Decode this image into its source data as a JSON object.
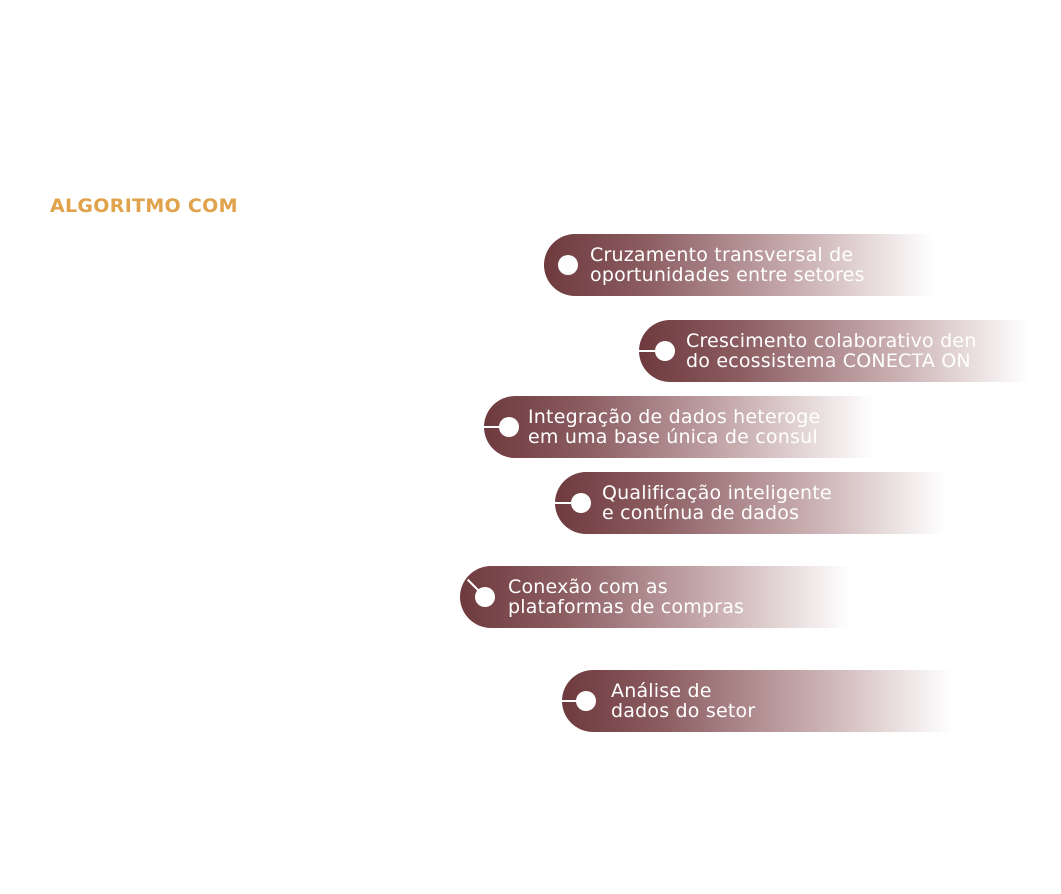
{
  "heading": "ALGORITMO COM",
  "colors": {
    "heading": "#e0a24a",
    "pill_start": "#6e3a3e",
    "pill_end": "#ffffff"
  },
  "items": [
    {
      "line1": "Cruzamento transversal de",
      "line2": "oportunidades entre setores"
    },
    {
      "line1": "Crescimento colaborativo den",
      "line2": "do ecossistema CONECTA ON"
    },
    {
      "line1": "Integração de dados heteroge",
      "line2": "em uma base única de consul"
    },
    {
      "line1": "Qualificação inteligente",
      "line2": "e contínua de dados"
    },
    {
      "line1": "Conexão com as",
      "line2": "plataformas de compras"
    },
    {
      "line1": "Análise de",
      "line2": "dados do setor"
    }
  ]
}
